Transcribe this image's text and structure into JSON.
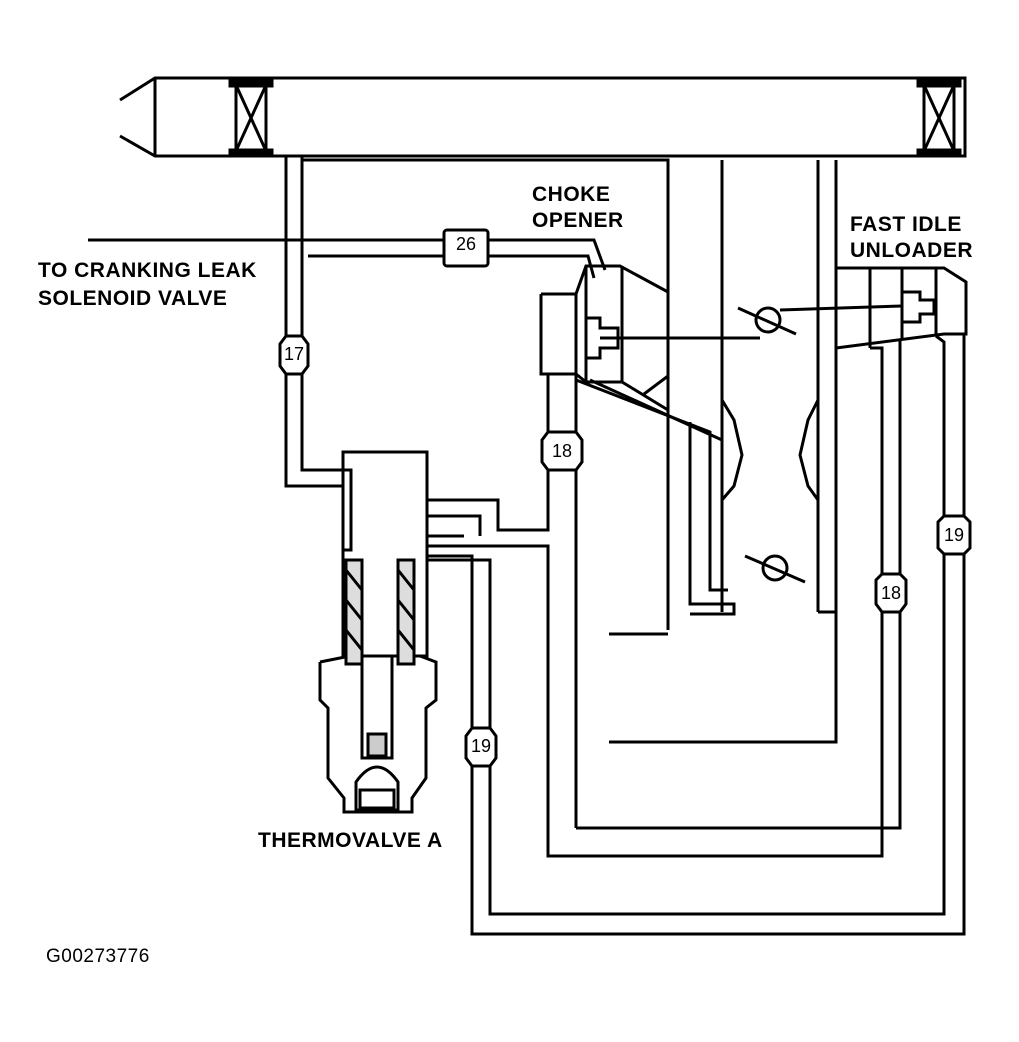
{
  "labels": {
    "choke_opener_line1": "CHOKE",
    "choke_opener_line2": "OPENER",
    "fast_idle_line1": "FAST IDLE",
    "fast_idle_line2": "UNLOADER",
    "cranking_line1": "TO CRANKING LEAK",
    "cranking_line2": "SOLENOID VALVE",
    "thermovalve": "THERMOVALVE A",
    "figure_code": "G00273776"
  },
  "hoses": {
    "h26": "26",
    "h17": "17",
    "h18_left": "18",
    "h18_right": "18",
    "h19_left": "19",
    "h19_right": "19"
  },
  "colors": {
    "line": "#000000",
    "background": "#ffffff"
  }
}
